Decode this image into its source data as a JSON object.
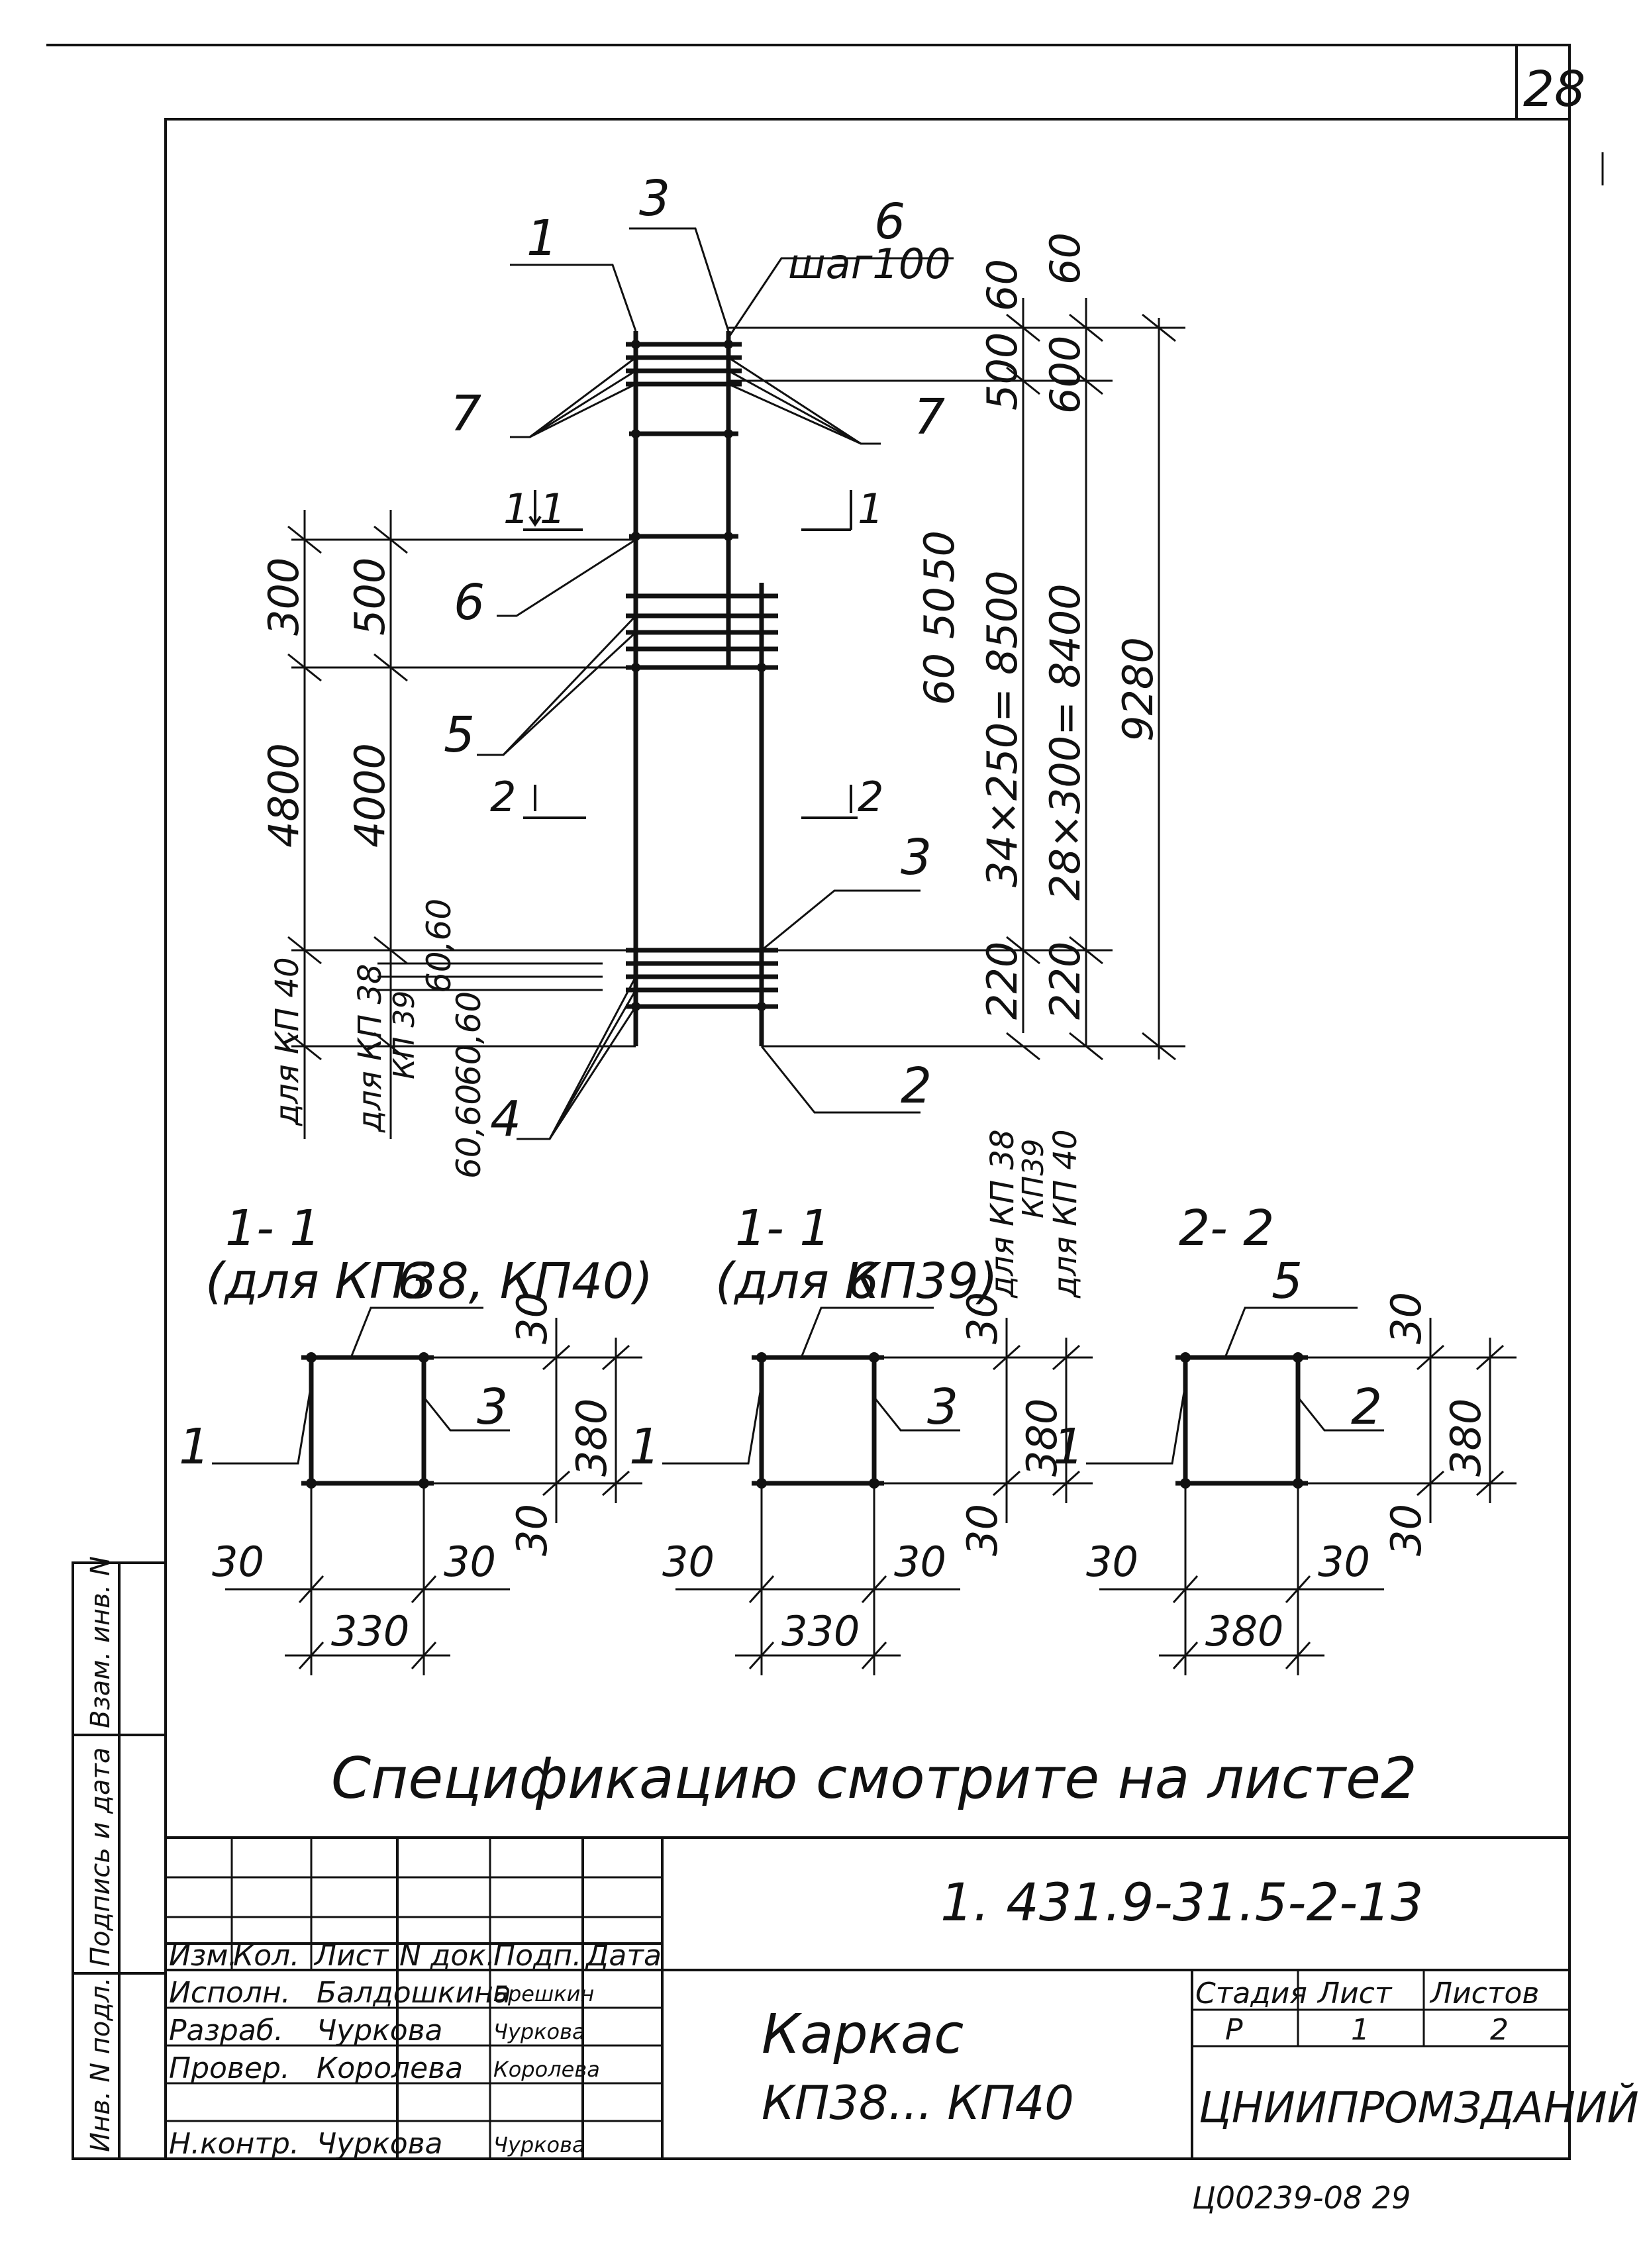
{
  "sheet": {
    "page_number": "28",
    "footer_code": "Ц00239-08  29",
    "note": "Спецификацию смотрите на листе2"
  },
  "elevation": {
    "labels": {
      "p1": "1",
      "p3": "3",
      "p6": "6",
      "p6_step": "шаг100",
      "p7_left": "7",
      "p7_right": "7",
      "p6_mid": "6",
      "p5": "5",
      "p3_low": "3",
      "p4": "4",
      "p2": "2",
      "cut1_left": "1",
      "cut1_right": "1",
      "cut2_left": "2",
      "cut2_right": "2"
    },
    "dims_right": {
      "d60_a": "60",
      "d60_b": "60",
      "d500": "500",
      "d600": "600",
      "d50": "50",
      "d50b": "50",
      "d60c": "60",
      "d_34x250": "34×250= 8500",
      "d_28x300": "28×300= 8400",
      "d9280": "9280",
      "d220_a": "220",
      "d220_b": "220",
      "for_kp38": "для КП 38",
      "kp39": "КП39",
      "for_kp40": "для КП 40"
    },
    "dims_left": {
      "d300": "300",
      "d500": "500",
      "d4800": "4800",
      "d4000": "4000",
      "for_kp40": "для КП 40",
      "for_kp38": "для КП 38",
      "kp39": "КП 39",
      "d60_60": "60,60",
      "d60_60b": "60,60",
      "d60_60c": "60,60"
    }
  },
  "sections": [
    {
      "title": "1- 1",
      "subtitle": "(для КП38, КП40)",
      "top_label": "6",
      "left_label": "1",
      "right_label": "3",
      "d30_top": "30",
      "height": "380",
      "d30_bottom": "30",
      "d30_left": "30",
      "d30_right": "30",
      "width": "330"
    },
    {
      "title": "1- 1",
      "subtitle": "(для КП39)",
      "top_label": "6",
      "left_label": "1",
      "right_label": "3",
      "d30_top": "30",
      "height": "380",
      "d30_bottom": "30",
      "d30_left": "30",
      "d30_right": "30",
      "width": "330"
    },
    {
      "title": "2- 2",
      "subtitle": "",
      "top_label": "5",
      "left_label": "1",
      "right_label": "2",
      "d30_top": "30",
      "height": "380",
      "d30_bottom": "30",
      "d30_left": "30",
      "d30_right": "30",
      "width": "380"
    }
  ],
  "side_stamp": {
    "inv_podl": "Инв. N подл.",
    "podpis_data": "Подпись и дата",
    "vzam_inv": "Взам. инв. N"
  },
  "title_block": {
    "doc_code": "1. 431.9-31.5-2-13",
    "headers": [
      "Изм.",
      "Кол.",
      "Лист",
      "N док.",
      "Подп.",
      "Дата"
    ],
    "rows": [
      {
        "role": "Исполн.",
        "name": "Балдошкина",
        "sign": "Брешкин"
      },
      {
        "role": "Разраб.",
        "name": "Чуркова",
        "sign": "Чуркова"
      },
      {
        "role": "Провер.",
        "name": "Королева",
        "sign": "Королева"
      },
      {
        "role": "",
        "name": "",
        "sign": ""
      },
      {
        "role": "Н.контр.",
        "name": "Чуркова",
        "sign": "Чуркова"
      }
    ],
    "title_line1": "Каркас",
    "title_line2": "КП38... КП40",
    "stage_label": "Стадия",
    "sheet_label": "Лист",
    "sheets_label": "Листов",
    "stage": "Р",
    "sheet": "1",
    "sheets": "2",
    "org": "ЦНИИПРОМЗДАНИЙ"
  }
}
